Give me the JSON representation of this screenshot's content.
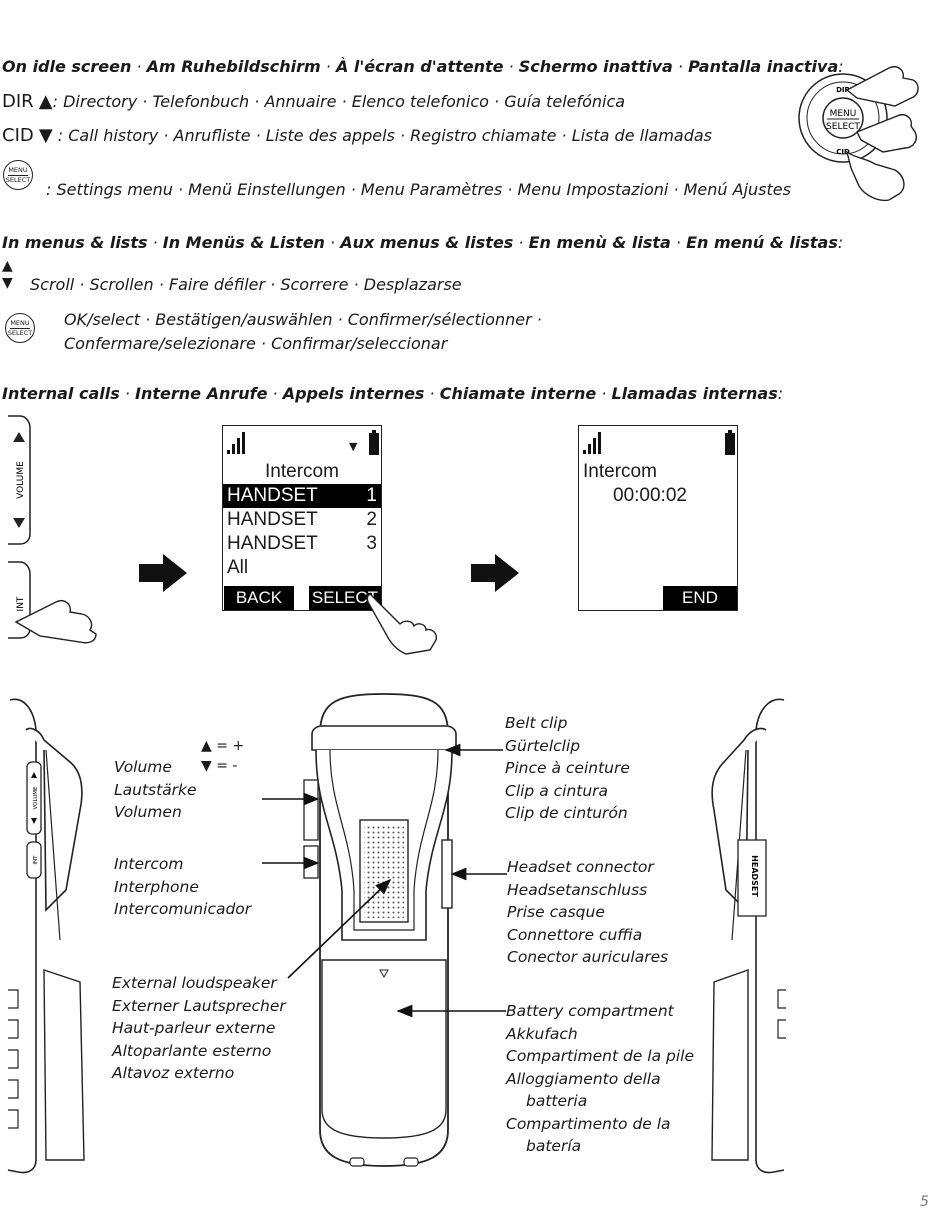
{
  "idle": {
    "header": [
      "On idle screen",
      "Am Ruhebildschirm",
      "À l'écran d'attente",
      "Schermo inattiva",
      "Pantalla inactiva"
    ],
    "dir_key": "DIR",
    "dir_text": ": Directory · Telefonbuch · Annuaire · Elenco telefonico · Guía telefónica",
    "cid_key": "CID",
    "cid_text": " : Call history · Anrufliste · Liste des appels · Registro chiamate · Lista de llamadas",
    "menu_text": ": Settings menu · Menü Einstellungen · Menu Paramètres · Menu Impostazioni · Menú Ajustes"
  },
  "menus": {
    "header": [
      "In menus & lists",
      "In Menüs & Listen",
      "Aux menus & listes",
      "En menù & lista",
      "En menú & listas"
    ],
    "scroll_text": "Scroll · Scrollen · Faire défiler · Scorrere · Desplazarse",
    "ok_line1": "OK/select · Bestätigen/auswählen · Confirmer/sélectionner ·",
    "ok_line2": "Confermare/selezionare · Confirmar/seleccionar"
  },
  "internal": {
    "header": [
      "Internal calls",
      "Interne Anrufe",
      "Appels internes",
      "Chiamate interne",
      "Llamadas internas"
    ]
  },
  "button_labels": {
    "menu": "MENU",
    "select": "SELECT",
    "dir": "DIR",
    "cid": "CID",
    "volume": "VOLUME",
    "int": "INT",
    "headset": "HEADSET"
  },
  "screen1": {
    "title": "Intercom",
    "rows": [
      {
        "label": "HANDSET",
        "num": "1"
      },
      {
        "label": "HANDSET",
        "num": "2"
      },
      {
        "label": "HANDSET",
        "num": "3"
      },
      {
        "label": "All",
        "num": ""
      }
    ],
    "left_soft": "BACK",
    "right_soft": "SELECT"
  },
  "screen2": {
    "title": "Intercom",
    "timer": "00:00:02",
    "right_soft": "END"
  },
  "labels": {
    "vol_legend_up": "= +",
    "vol_legend_down": "= -",
    "volume": [
      "Volume",
      "Lautstärke",
      "Volumen"
    ],
    "intercom": [
      "Intercom",
      "Interphone",
      "Intercomunicador"
    ],
    "speaker": [
      "External loudspeaker",
      "Externer Lautsprecher",
      "Haut-parleur externe",
      "Altoparlante esterno",
      "Altavoz externo"
    ],
    "belt": [
      "Belt clip",
      "Gürtelclip",
      "Pince à ceinture",
      "Clip a cintura",
      "Clip de cinturón"
    ],
    "headset": [
      "Headset connector",
      "Headsetanschluss",
      "Prise casque",
      "Connettore cuffia",
      "Conector auriculares"
    ],
    "battery": [
      "Battery compartment",
      "Akkufach",
      "Compartiment de la pile",
      "Alloggiamento della",
      "batteria",
      "Compartimento de la",
      "batería"
    ]
  },
  "page_number": "5"
}
